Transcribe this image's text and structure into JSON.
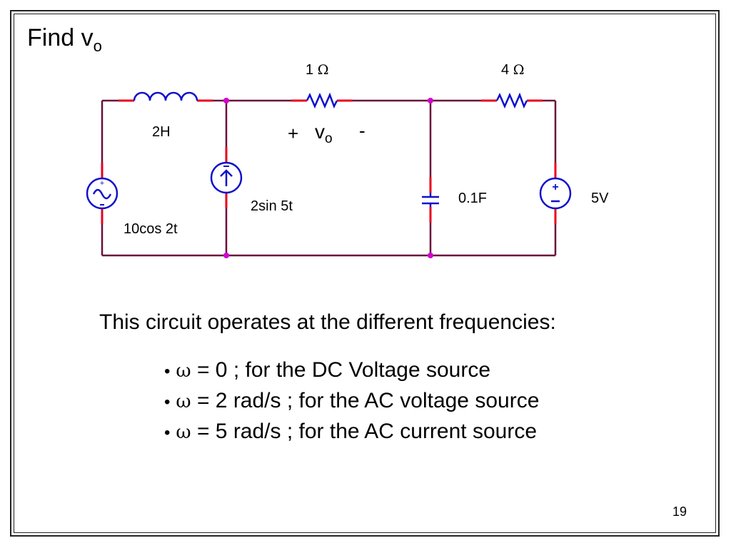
{
  "title": {
    "text": "Find v",
    "sub": "o"
  },
  "circuit": {
    "inductor": "2H",
    "resistor1": {
      "value": "1 ",
      "unit": "Ω"
    },
    "resistor2": {
      "value": "4 ",
      "unit": "Ω"
    },
    "capacitor": "0.1F",
    "ac_voltage_source": "10cos 2t",
    "ac_current_source": "2sin 5t",
    "dc_voltage_source": "5V",
    "vo": {
      "plus": "+",
      "name": "v",
      "sub": "o",
      "minus": "-"
    },
    "colors": {
      "wire": "#6a0f3a",
      "terminal": "#e8001c",
      "component": "#1010cc",
      "node": "#d400d4"
    }
  },
  "intro": "This circuit operates at the different frequencies:",
  "bullets": [
    {
      "symbol": "ω",
      "text": " = 0 ; for the DC Voltage source"
    },
    {
      "symbol": "ω",
      "text": " = 2 rad/s ; for the AC voltage source"
    },
    {
      "symbol": "ω",
      "text": " = 5 rad/s ; for the AC current source"
    }
  ],
  "page_number": "19"
}
